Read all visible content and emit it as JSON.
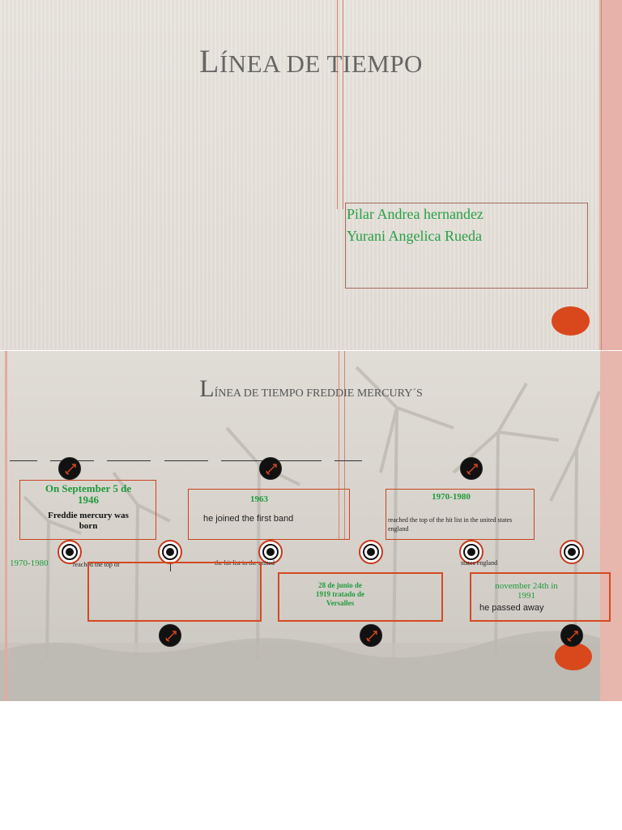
{
  "slide1": {
    "title_initial": "L",
    "title_rest": "ÍNEA DE TIEMPO",
    "authors": [
      "Pilar Andrea hernandez",
      "Yurani Angelica Rueda"
    ]
  },
  "slide2": {
    "title_initial": "L",
    "title_rest": "ÍNEA DE TIEMPO FREDDIE MERCURY´S",
    "events": {
      "birth_date": "On September 5 de 1946",
      "birth_text": "Freddie mercury was born",
      "band_year": "1963",
      "band_text": "he joined the first band",
      "top_year": "1970-1980",
      "top_text": "reached the top of the hit list in the united states england",
      "side_year": "1970-1980",
      "frag_top": "reached the top of",
      "frag_hit": "the hit list in the united",
      "frag_states": "states england",
      "versalles": "28 de junio de 1919 tratado de Versalles",
      "death_date": "november 24th in 1991",
      "death_text": "he passed away"
    }
  },
  "colors": {
    "accent": "#d9481c",
    "green": "#1f9a3c",
    "stripe": "#e6b2a9"
  }
}
